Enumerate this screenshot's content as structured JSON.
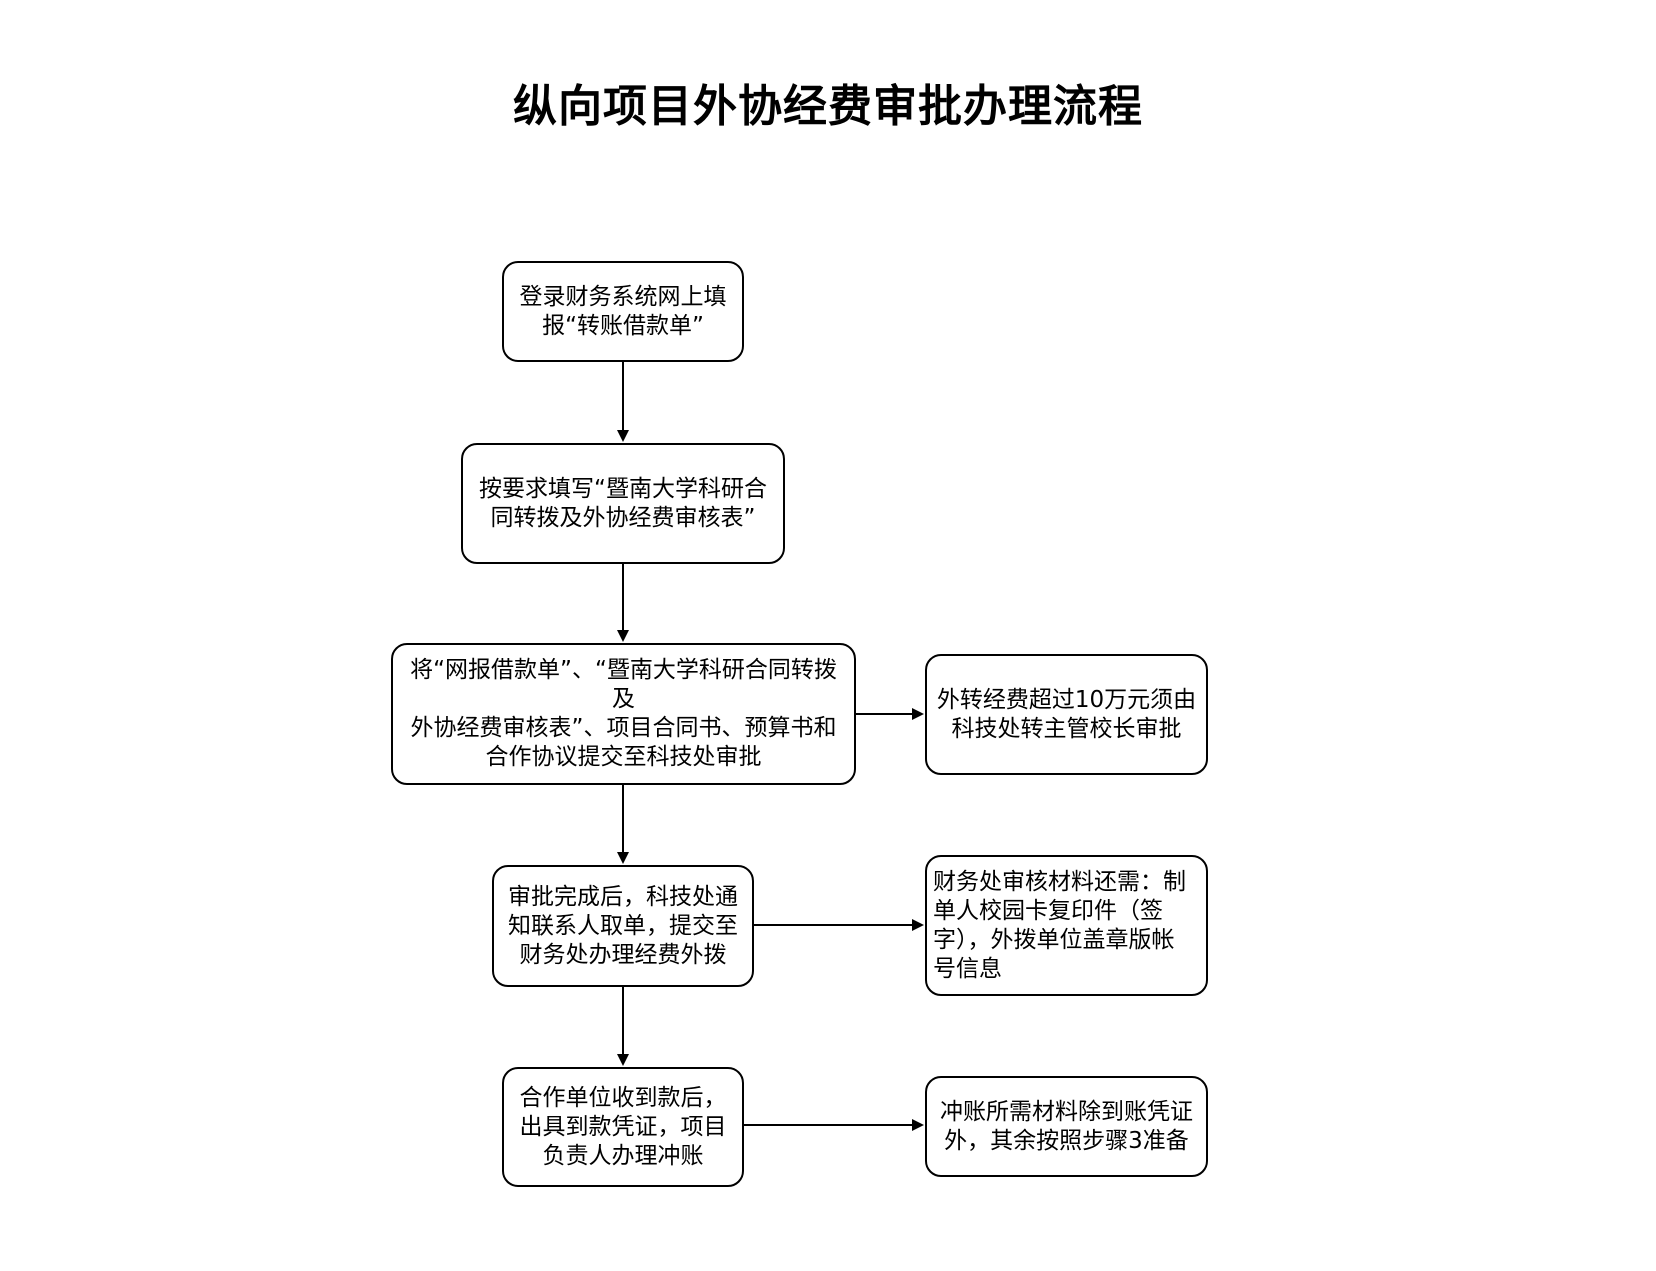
{
  "title": "纵向项目外协经费审批办理流程",
  "steps": [
    {
      "text": "登录财务系统网上填\n报“转账借款单”"
    },
    {
      "text": "按要求填写“暨南大学科研合\n同转拨及外协经费审核表”"
    },
    {
      "text": "将“网报借款单”、“暨南大学科研合同转拨及\n外协经费审核表”、项目合同书、预算书和\n合作协议提交至科技处审批"
    },
    {
      "text": "审批完成后，科技处通\n知联系人取单，提交至\n财务处办理经费外拨"
    },
    {
      "text": "合作单位收到款后，\n出具到款凭证，项目\n负责人办理冲账"
    }
  ],
  "notes": [
    {
      "text": "外转经费超过10万元须由\n科技处转主管校长审批"
    },
    {
      "text": "财务处审核材料还需：制\n单人校园卡复印件（签\n字），外拨单位盖章版帐\n号信息"
    },
    {
      "text": "冲账所需材料除到账凭证\n外，其余按照步骤3准备"
    }
  ]
}
